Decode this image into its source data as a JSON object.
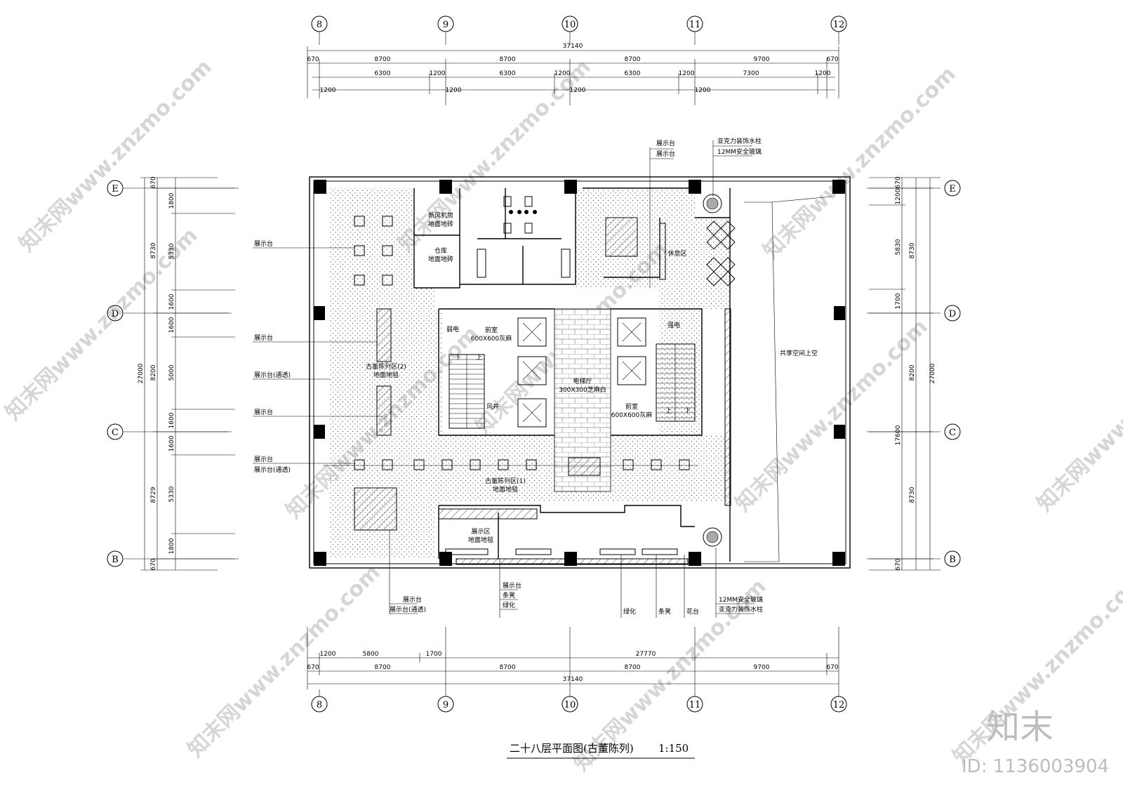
{
  "drawing": {
    "title": "二十八层平面图(古董陈列)",
    "scale": "1:150"
  },
  "grid_columns": [
    "8",
    "9",
    "10",
    "11",
    "12"
  ],
  "grid_rows": [
    "E",
    "D",
    "C",
    "B"
  ],
  "dimensions": {
    "top_total": "37140",
    "top_row1": [
      "670",
      "8700",
      "8700",
      "8700",
      "9700",
      "670"
    ],
    "top_row2": [
      "6300",
      "1200",
      "6300",
      "1200",
      "6300",
      "1200",
      "7300",
      "1200"
    ],
    "top_row3": [
      "1200",
      "1200",
      "1200",
      "1200"
    ],
    "bottom_row1": [
      "1200",
      "5800",
      "1700",
      "27770"
    ],
    "bottom_row2": [
      "670",
      "8700",
      "8700",
      "8700",
      "9700",
      "670"
    ],
    "bottom_total": "37140",
    "left_total": "27000",
    "left_mid": [
      "670",
      "8730",
      "8200",
      "8729",
      "670"
    ],
    "left_inner": [
      "1800",
      "5330",
      "1600",
      "1600",
      "5000",
      "1600",
      "1600",
      "5330",
      "1800"
    ],
    "right_total": "27000",
    "right_mid": [
      "8730",
      "8200",
      "8730"
    ],
    "right_inner": [
      "670",
      "1200",
      "5830",
      "1700",
      "17600",
      "670"
    ]
  },
  "rooms": {
    "fresh_air": "新风机房",
    "fresh_air_floor": "地面地砖",
    "storage": "仓库",
    "storage_floor": "地面地砖",
    "lobby_left": "前室",
    "lobby_left_tile": "600X600灰麻",
    "lobby_right": "前室",
    "lobby_right_tile": "600X600灰麻",
    "elevator_hall": "电梯厅",
    "elevator_hall_tile": "300X300芝麻白",
    "antique2": "古董陈列区(2)",
    "antique2_floor": "地面地毯",
    "antique1": "古董陈列区(1)",
    "antique1_floor": "地面地毯",
    "display_area": "展示区",
    "display_area_floor": "地面地毯",
    "lounge": "休息区",
    "atrium": "共享空间上空",
    "elec_left": "弱电",
    "elec_right": "强电",
    "shaft": "风井"
  },
  "callouts": {
    "left": [
      "展示台",
      "展示台",
      "展示台(通透)",
      "展示台",
      "展示台",
      "展示台(通透)"
    ],
    "top_mid": [
      "展示台",
      "展示台"
    ],
    "top_right": [
      "亚克力装饰水柱",
      "12MM安全玻璃"
    ],
    "bottom_left": [
      "展示台",
      "展示台(通透)"
    ],
    "bottom_mid": [
      "展示台",
      "条凳",
      "绿化"
    ],
    "bottom_right": [
      "绿化",
      "条凳",
      "花台"
    ],
    "bottom_far_right": [
      "12MM安全玻璃",
      "亚克力装饰水柱"
    ],
    "stair_up": "上",
    "stair_down": "下"
  },
  "watermark": {
    "text": "知末网www.znzmo.com",
    "logo": "知末",
    "id": "ID: 1136003904"
  }
}
